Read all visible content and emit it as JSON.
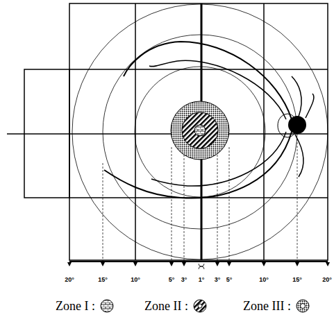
{
  "diagram": {
    "labels": [
      "20°",
      "15°",
      "10°",
      "5°",
      "3°",
      "1°",
      "3°",
      "5°",
      "10°",
      "15°",
      "20°"
    ],
    "legend": [
      {
        "text": "Zone I :"
      },
      {
        "text": "Zone II :"
      },
      {
        "text": "Zone III :"
      }
    ]
  }
}
